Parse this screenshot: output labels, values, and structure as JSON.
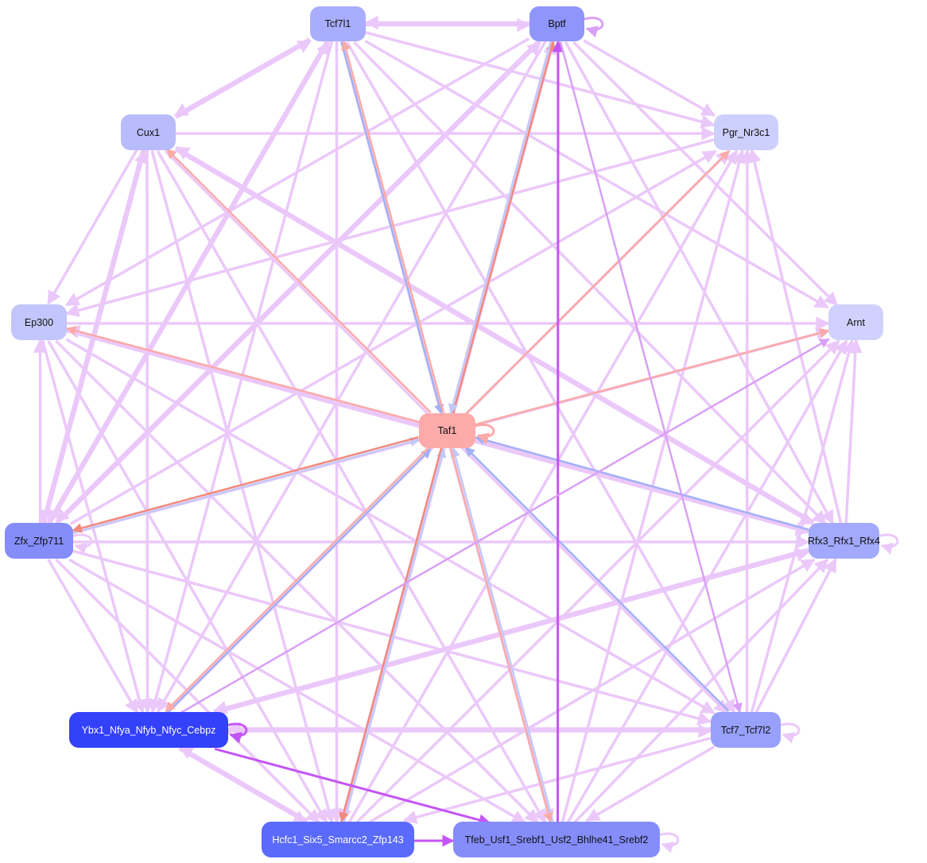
{
  "nodes": [
    {
      "id": "Tcf7l1",
      "label": "Tcf7l1",
      "color": "#a9aefc",
      "text": "#111111"
    },
    {
      "id": "Bptf",
      "label": "Bptf",
      "color": "#8e95fb",
      "text": "#111111"
    },
    {
      "id": "Cux1",
      "label": "Cux1",
      "color": "#b8bbfc",
      "text": "#111111"
    },
    {
      "id": "Pgr_Nr3c1",
      "label": "Pgr_Nr3c1",
      "color": "#cdd0fd",
      "text": "#111111"
    },
    {
      "id": "Ep300",
      "label": "Ep300",
      "color": "#c3c6fc",
      "text": "#111111"
    },
    {
      "id": "Arnt",
      "label": "Arnt",
      "color": "#d0d2fd",
      "text": "#111111"
    },
    {
      "id": "Taf1",
      "label": "Taf1",
      "color": "#fcaaaa",
      "text": "#111111"
    },
    {
      "id": "Zfx_Zfp711",
      "label": "Zfx_Zfp711",
      "color": "#858dfb",
      "text": "#111111"
    },
    {
      "id": "Rfx3_Rfx1_Rfx4",
      "label": "Rfx3_Rfx1_Rfx4",
      "color": "#a3a9fc",
      "text": "#111111"
    },
    {
      "id": "Ybx1_Nfya_Nfyb_Nfyc_Cebpz",
      "label": "Ybx1_Nfya_Nfyb_Nfyc_Cebpz",
      "color": "#3341fb",
      "text": "#ffffff"
    },
    {
      "id": "Tcf7_Tcf7l2",
      "label": "Tcf7_Tcf7l2",
      "color": "#97a0fb",
      "text": "#111111"
    },
    {
      "id": "Hcfc1_Six5_Smarcc2_Zfp143",
      "label": "Hcfc1_Six5_Smarcc2_Zfp143",
      "color": "#5a6afb",
      "text": "#ffffff"
    },
    {
      "id": "Tfeb_Usf1_Srebf1_Usf2_Bhlhe41_Srebf2",
      "label": "Tfeb_Usf1_Srebf1_Usf2_Bhlhe41_Srebf2",
      "color": "#858dfb",
      "text": "#111111"
    }
  ],
  "colors": {
    "default_edge": "#ebc8fa",
    "strong_purple": "#c455f5",
    "mid_purple": "#d9a0f5",
    "salmon": "#fbaaa8",
    "red": "#f3897c",
    "blue": "#a3b0f5",
    "light_blue": "#c2c9f8"
  },
  "special_edges": [
    [
      "Taf1",
      "Cux1",
      "salmon"
    ],
    [
      "Taf1",
      "Ep300",
      "salmon"
    ],
    [
      "Taf1",
      "Arnt",
      "salmon"
    ],
    [
      "Taf1",
      "Pgr_Nr3c1",
      "salmon"
    ],
    [
      "Taf1",
      "Bptf",
      "red"
    ],
    [
      "Bptf",
      "Taf1",
      "light_blue"
    ],
    [
      "Tcf7l1",
      "Taf1",
      "blue"
    ],
    [
      "Taf1",
      "Tcf7l1",
      "salmon"
    ],
    [
      "Rfx3_Rfx1_Rfx4",
      "Taf1",
      "blue"
    ],
    [
      "Tcf7_Tcf7l2",
      "Taf1",
      "blue"
    ],
    [
      "Zfx_Zfp711",
      "Taf1",
      "light_blue"
    ],
    [
      "Taf1",
      "Zfx_Zfp711",
      "red"
    ],
    [
      "Ybx1_Nfya_Nfyb_Nfyc_Cebpz",
      "Taf1",
      "blue"
    ],
    [
      "Taf1",
      "Ybx1_Nfya_Nfyb_Nfyc_Cebpz",
      "salmon"
    ],
    [
      "Hcfc1_Six5_Smarcc2_Zfp143",
      "Taf1",
      "light_blue"
    ],
    [
      "Taf1",
      "Hcfc1_Six5_Smarcc2_Zfp143",
      "red"
    ],
    [
      "Tfeb_Usf1_Srebf1_Usf2_Bhlhe41_Srebf2",
      "Taf1",
      "light_blue"
    ],
    [
      "Taf1",
      "Tfeb_Usf1_Srebf1_Usf2_Bhlhe41_Srebf2",
      "salmon"
    ],
    [
      "Tfeb_Usf1_Srebf1_Usf2_Bhlhe41_Srebf2",
      "Bptf",
      "strong_purple"
    ],
    [
      "Ybx1_Nfya_Nfyb_Nfyc_Cebpz",
      "Tfeb_Usf1_Srebf1_Usf2_Bhlhe41_Srebf2",
      "strong_purple"
    ],
    [
      "Hcfc1_Six5_Smarcc2_Zfp143",
      "Tfeb_Usf1_Srebf1_Usf2_Bhlhe41_Srebf2",
      "strong_purple"
    ],
    [
      "Ybx1_Nfya_Nfyb_Nfyc_Cebpz",
      "Arnt",
      "mid_purple"
    ],
    [
      "Bptf",
      "Tcf7_Tcf7l2",
      "mid_purple"
    ]
  ],
  "self_loops": [
    [
      "Bptf",
      "mid_purple"
    ],
    [
      "Taf1",
      "salmon"
    ],
    [
      "Zfx_Zfp711",
      "default_edge"
    ],
    [
      "Rfx3_Rfx1_Rfx4",
      "default_edge"
    ],
    [
      "Ybx1_Nfya_Nfyb_Nfyc_Cebpz",
      "strong_purple"
    ],
    [
      "Tcf7_Tcf7l2",
      "default_edge"
    ],
    [
      "Tfeb_Usf1_Srebf1_Usf2_Bhlhe41_Srebf2",
      "default_edge"
    ]
  ],
  "default_edges": [
    [
      "Tcf7l1",
      "Bptf"
    ],
    [
      "Bptf",
      "Tcf7l1"
    ],
    [
      "Tcf7l1",
      "Cux1"
    ],
    [
      "Cux1",
      "Tcf7l1"
    ],
    [
      "Tcf7l1",
      "Pgr_Nr3c1"
    ],
    [
      "Tcf7l1",
      "Arnt"
    ],
    [
      "Tcf7l1",
      "Zfx_Zfp711"
    ],
    [
      "Zfx_Zfp711",
      "Tcf7l1"
    ],
    [
      "Tcf7l1",
      "Rfx3_Rfx1_Rfx4"
    ],
    [
      "Tcf7l1",
      "Ybx1_Nfya_Nfyb_Nfyc_Cebpz"
    ],
    [
      "Tcf7l1",
      "Tcf7_Tcf7l2"
    ],
    [
      "Tcf7l1",
      "Hcfc1_Six5_Smarcc2_Zfp143"
    ],
    [
      "Tcf7l1",
      "Tfeb_Usf1_Srebf1_Usf2_Bhlhe41_Srebf2"
    ],
    [
      "Bptf",
      "Pgr_Nr3c1"
    ],
    [
      "Bptf",
      "Ep300"
    ],
    [
      "Bptf",
      "Arnt"
    ],
    [
      "Bptf",
      "Zfx_Zfp711"
    ],
    [
      "Zfx_Zfp711",
      "Bptf"
    ],
    [
      "Bptf",
      "Rfx3_Rfx1_Rfx4"
    ],
    [
      "Bptf",
      "Ybx1_Nfya_Nfyb_Nfyc_Cebpz"
    ],
    [
      "Bptf",
      "Hcfc1_Six5_Smarcc2_Zfp143"
    ],
    [
      "Hcfc1_Six5_Smarcc2_Zfp143",
      "Bptf"
    ],
    [
      "Cux1",
      "Pgr_Nr3c1"
    ],
    [
      "Cux1",
      "Zfx_Zfp711"
    ],
    [
      "Zfx_Zfp711",
      "Cux1"
    ],
    [
      "Cux1",
      "Rfx3_Rfx1_Rfx4"
    ],
    [
      "Rfx3_Rfx1_Rfx4",
      "Cux1"
    ],
    [
      "Cux1",
      "Ybx1_Nfya_Nfyb_Nfyc_Cebpz"
    ],
    [
      "Cux1",
      "Tcf7_Tcf7l2"
    ],
    [
      "Cux1",
      "Hcfc1_Six5_Smarcc2_Zfp143"
    ],
    [
      "Cux1",
      "Tfeb_Usf1_Srebf1_Usf2_Bhlhe41_Srebf2"
    ],
    [
      "Ep300",
      "Arnt"
    ],
    [
      "Ep300",
      "Rfx3_Rfx1_Rfx4"
    ],
    [
      "Rfx3_Rfx1_Rfx4",
      "Ep300"
    ],
    [
      "Zfx_Zfp711",
      "Ep300"
    ],
    [
      "Ep300",
      "Ybx1_Nfya_Nfyb_Nfyc_Cebpz"
    ],
    [
      "Ep300",
      "Tcf7_Tcf7l2"
    ],
    [
      "Ep300",
      "Hcfc1_Six5_Smarcc2_Zfp143"
    ],
    [
      "Ep300",
      "Tfeb_Usf1_Srebf1_Usf2_Bhlhe41_Srebf2"
    ],
    [
      "Zfx_Zfp711",
      "Pgr_Nr3c1"
    ],
    [
      "Zfx_Zfp711",
      "Arnt"
    ],
    [
      "Zfx_Zfp711",
      "Rfx3_Rfx1_Rfx4"
    ],
    [
      "Zfx_Zfp711",
      "Ybx1_Nfya_Nfyb_Nfyc_Cebpz"
    ],
    [
      "Zfx_Zfp711",
      "Tcf7_Tcf7l2"
    ],
    [
      "Zfx_Zfp711",
      "Hcfc1_Six5_Smarcc2_Zfp143"
    ],
    [
      "Zfx_Zfp711",
      "Tfeb_Usf1_Srebf1_Usf2_Bhlhe41_Srebf2"
    ],
    [
      "Rfx3_Rfx1_Rfx4",
      "Pgr_Nr3c1"
    ],
    [
      "Rfx3_Rfx1_Rfx4",
      "Arnt"
    ],
    [
      "Rfx3_Rfx1_Rfx4",
      "Ybx1_Nfya_Nfyb_Nfyc_Cebpz"
    ],
    [
      "Ybx1_Nfya_Nfyb_Nfyc_Cebpz",
      "Rfx3_Rfx1_Rfx4"
    ],
    [
      "Hcfc1_Six5_Smarcc2_Zfp143",
      "Rfx3_Rfx1_Rfx4"
    ],
    [
      "Tfeb_Usf1_Srebf1_Usf2_Bhlhe41_Srebf2",
      "Rfx3_Rfx1_Rfx4"
    ],
    [
      "Tcf7_Tcf7l2",
      "Rfx3_Rfx1_Rfx4"
    ],
    [
      "Ybx1_Nfya_Nfyb_Nfyc_Cebpz",
      "Pgr_Nr3c1"
    ],
    [
      "Ybx1_Nfya_Nfyb_Nfyc_Cebpz",
      "Tcf7_Tcf7l2"
    ],
    [
      "Tcf7_Tcf7l2",
      "Ybx1_Nfya_Nfyb_Nfyc_Cebpz"
    ],
    [
      "Ybx1_Nfya_Nfyb_Nfyc_Cebpz",
      "Hcfc1_Six5_Smarcc2_Zfp143"
    ],
    [
      "Hcfc1_Six5_Smarcc2_Zfp143",
      "Ybx1_Nfya_Nfyb_Nfyc_Cebpz"
    ],
    [
      "Tcf7_Tcf7l2",
      "Pgr_Nr3c1"
    ],
    [
      "Tcf7_Tcf7l2",
      "Arnt"
    ],
    [
      "Tcf7_Tcf7l2",
      "Hcfc1_Six5_Smarcc2_Zfp143"
    ],
    [
      "Tcf7_Tcf7l2",
      "Tfeb_Usf1_Srebf1_Usf2_Bhlhe41_Srebf2"
    ],
    [
      "Hcfc1_Six5_Smarcc2_Zfp143",
      "Pgr_Nr3c1"
    ],
    [
      "Hcfc1_Six5_Smarcc2_Zfp143",
      "Arnt"
    ],
    [
      "Tfeb_Usf1_Srebf1_Usf2_Bhlhe41_Srebf2",
      "Pgr_Nr3c1"
    ],
    [
      "Tfeb_Usf1_Srebf1_Usf2_Bhlhe41_Srebf2",
      "Arnt"
    ],
    [
      "Cux1",
      "Ep300"
    ],
    [
      "Pgr_Nr3c1",
      "Ep300"
    ]
  ]
}
